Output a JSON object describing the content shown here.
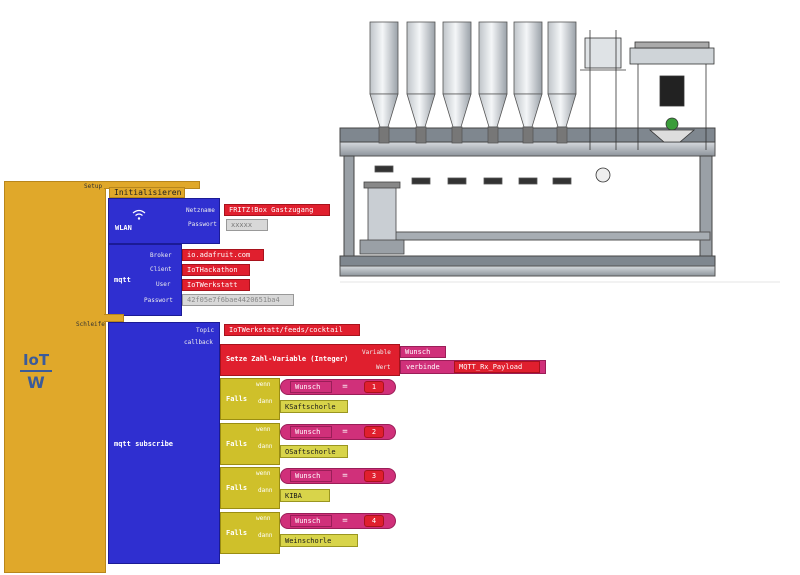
{
  "blocks": {
    "setup_label": "Setup",
    "loop_label": "Schleife",
    "init_block": "Initialisieren",
    "wlan": {
      "title": "WLAN",
      "netzname_label": "Netzname",
      "passwort_label": "Passwort",
      "netzname_value": "FRITZ!Box Gastzugang",
      "passwort_value": "xxxxx"
    },
    "mqtt": {
      "title": "mqtt",
      "broker_label": "Broker",
      "client_label": "Client",
      "user_label": "User",
      "passwort_label": "Passwort",
      "broker_value": "io.adafruit.com",
      "client_value": "IoTHackathon",
      "user_value": "IoTWerkstatt",
      "passwort_value": "42f05e7f6bae4420651ba4"
    },
    "subscribe": {
      "title": "mqtt subscribe",
      "topic_label": "Topic",
      "callback_label": "callback",
      "topic_value": "IoTWerkstatt/feeds/cocktail",
      "set_var": "Setze Zahl-Variable (Integer)",
      "variable_label": "Variable",
      "wert_label": "Wert",
      "variable_value": "Wunsch",
      "verbinde": "verbinde",
      "payload": "MQTT_Rx_Payload"
    },
    "cases": [
      {
        "falls": "Falls",
        "wenn": "wenn",
        "dann": "dann",
        "var": "Wunsch",
        "op": "=",
        "num": "1",
        "result": "KSaftschorle"
      },
      {
        "falls": "Falls",
        "wenn": "wenn",
        "dann": "dann",
        "var": "Wunsch",
        "op": "=",
        "num": "2",
        "result": "OSaftschorle"
      },
      {
        "falls": "Falls",
        "wenn": "wenn",
        "dann": "dann",
        "var": "Wunsch",
        "op": "=",
        "num": "3",
        "result": "KIBA"
      },
      {
        "falls": "Falls",
        "wenn": "wenn",
        "dann": "dann",
        "var": "Wunsch",
        "op": "=",
        "num": "4",
        "result": "Weinschorle"
      }
    ]
  },
  "logo": {
    "text": "IoT"
  },
  "colors": {
    "gold": "#e0a82a",
    "blue": "#2f2fd0",
    "red": "#e01f2e",
    "yellow": "#cfc02a",
    "pink": "#d0307a"
  }
}
